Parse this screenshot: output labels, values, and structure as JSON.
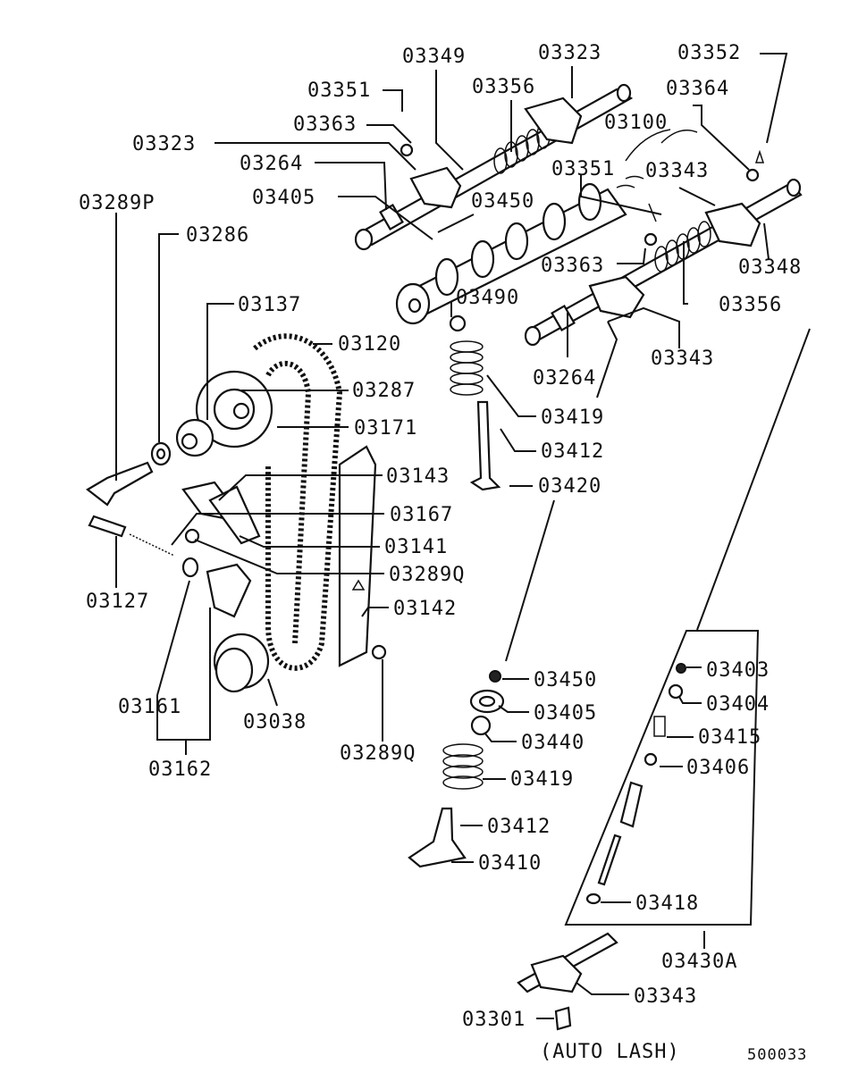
{
  "labels": {
    "p03349": "03349",
    "p03323_top": "03323",
    "p03352": "03352",
    "p03351_top": "03351",
    "p03356_top": "03356",
    "p03364": "03364",
    "p03363_top": "03363",
    "p03100": "03100",
    "p03323_left": "03323",
    "p03351_mid": "03351",
    "p03343_top": "03343",
    "p03264_top": "03264",
    "p03405_top": "03405",
    "p03450_top": "03450",
    "p03289P": "03289P",
    "p03286": "03286",
    "p03348": "03348",
    "p03363_mid": "03363",
    "p03490": "03490",
    "p03356_right": "03356",
    "p03137": "03137",
    "p03120": "03120",
    "p03343_mid": "03343",
    "p03264_mid": "03264",
    "p03287": "03287",
    "p03419_top": "03419",
    "p03171": "03171",
    "p03412_top": "03412",
    "p03143": "03143",
    "p03420": "03420",
    "p03167": "03167",
    "p03141": "03141",
    "p03289Q_mid": "03289Q",
    "p03127": "03127",
    "p03142": "03142",
    "p03403": "03403",
    "p03450_low": "03450",
    "p03161": "03161",
    "p03404": "03404",
    "p03405_low": "03405",
    "p03038": "03038",
    "p03415": "03415",
    "p03440": "03440",
    "p03162": "03162",
    "p03289Q_low": "03289Q",
    "p03406": "03406",
    "p03419_low": "03419",
    "p03412_low": "03412",
    "p03410": "03410",
    "p03418": "03418",
    "p03430A": "03430A",
    "p03343_low": "03343",
    "p03301": "03301",
    "auto_lash": "(AUTO  LASH)",
    "diagram_no": "500033"
  }
}
